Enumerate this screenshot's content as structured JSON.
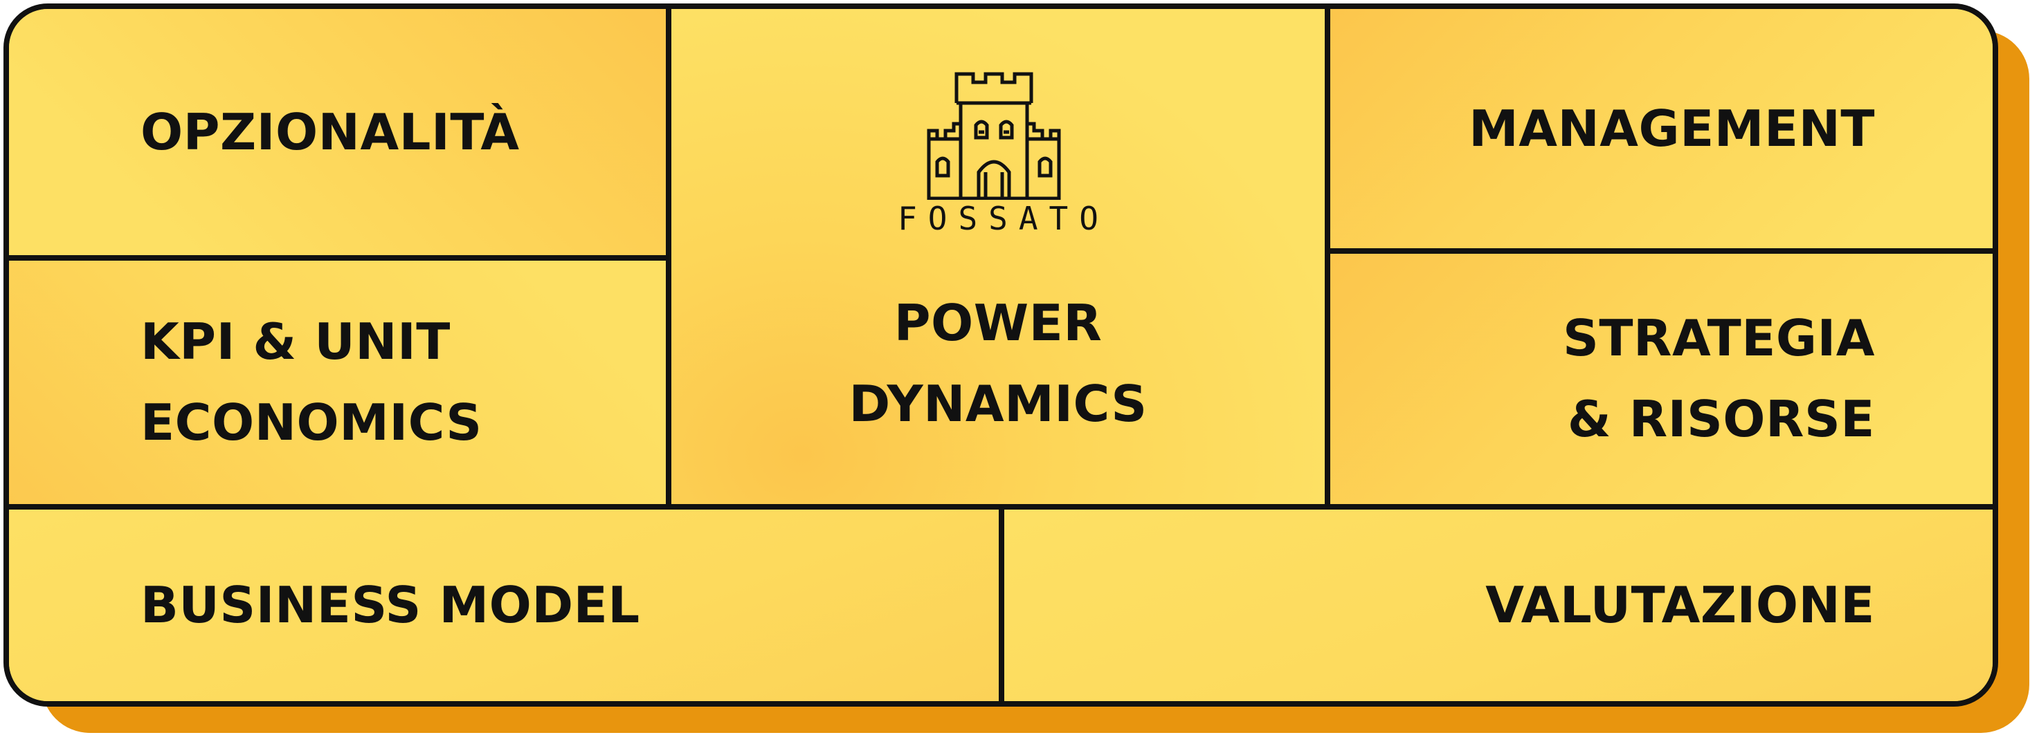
{
  "diagram": {
    "cells": {
      "top_left": "OPZIONALITÀ",
      "mid_left": [
        "KPI & UNIT",
        "ECONOMICS"
      ],
      "center": [
        "POWER",
        "DYNAMICS"
      ],
      "top_right": "MANAGEMENT",
      "mid_right": [
        "STRATEGIA",
        "& RISORSE"
      ],
      "bottom_left": "BUSINESS MODEL",
      "bottom_right": "VALUTAZIONE"
    },
    "logo": {
      "icon": "castle-icon",
      "text": "FOSSATO"
    },
    "colors": {
      "panel": "#fdd95b",
      "border": "#111111",
      "shadow": "#e8950e",
      "text": "#111111"
    }
  }
}
